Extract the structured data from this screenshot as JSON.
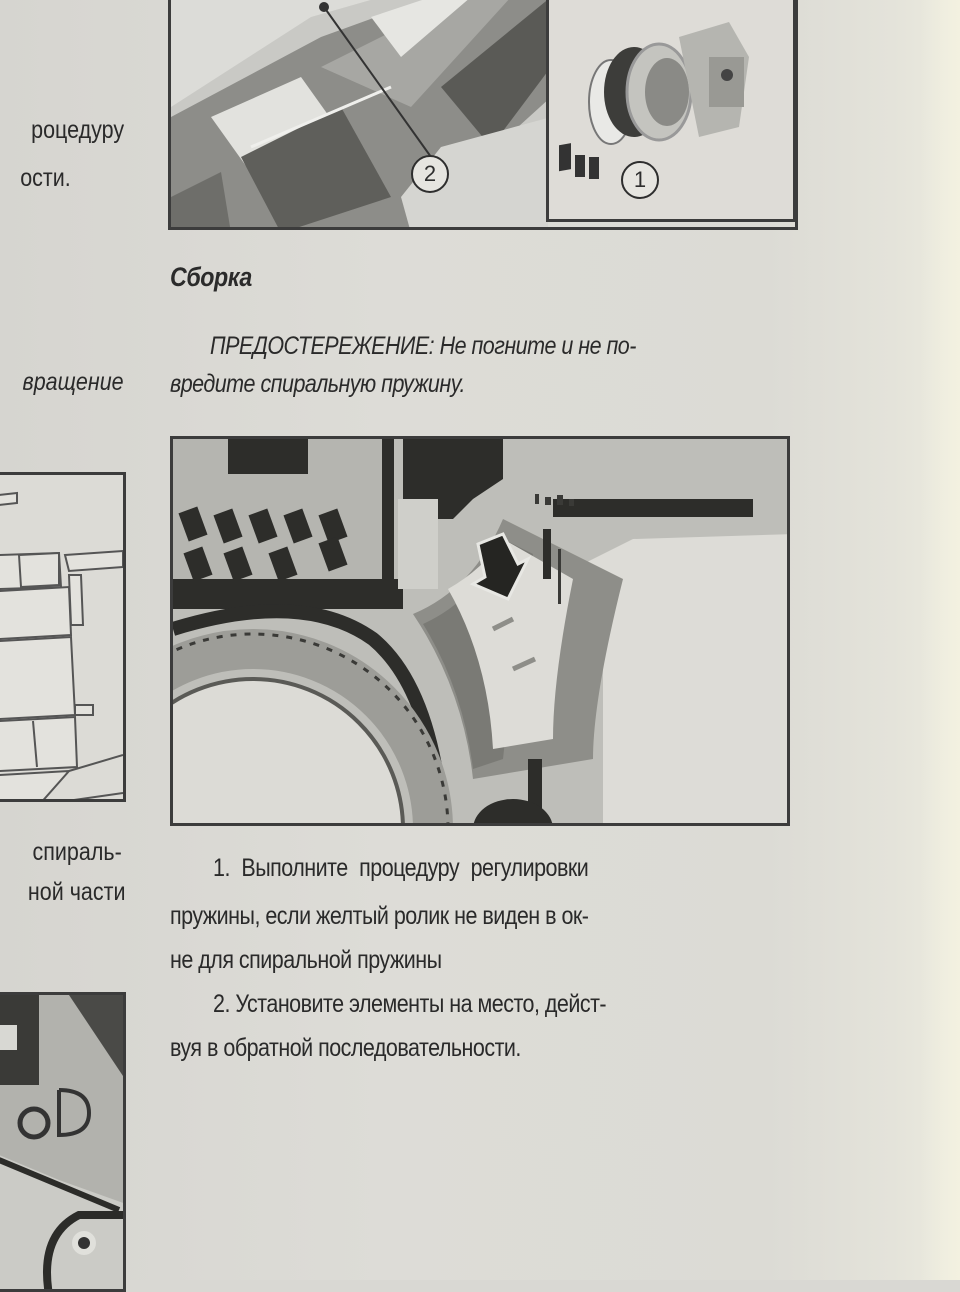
{
  "page": {
    "background_color": "#dcdbd6",
    "text_color": "#2a2a2a"
  },
  "left_column": {
    "fragments": [
      {
        "text": "роцедуру",
        "style": "regular"
      },
      {
        "text": "ости.",
        "style": "regular"
      },
      {
        "text": "вращение",
        "style": "italic"
      },
      {
        "text": "спираль-",
        "style": "regular"
      },
      {
        "text": "ной части",
        "style": "regular"
      }
    ],
    "figures": [
      {
        "name": "left-mid-figure",
        "type": "line-drawing"
      },
      {
        "name": "left-bottom-figure",
        "type": "photo"
      }
    ]
  },
  "top_figure": {
    "callouts": [
      "2",
      "1"
    ]
  },
  "section": {
    "heading": "Сборка",
    "warning": {
      "line1": "ПРЕДОСТЕРЕЖЕНИЕ: Не погните и не по-",
      "line2": "вредите спиральную пружину."
    },
    "main_figure": {
      "description": "Clock spring window with arrow indicator",
      "icon": "arrow-down-left-icon"
    },
    "steps": [
      {
        "number": "1.",
        "lines": [
          "1.  Выполните  процедуру  регулировки",
          "пружины, если желтый ролик не виден в ок-",
          "не для спиральной пружины"
        ]
      },
      {
        "number": "2.",
        "lines": [
          "2. Установите элементы на место, дейст-",
          "вуя в обратной последовательности."
        ]
      }
    ]
  }
}
